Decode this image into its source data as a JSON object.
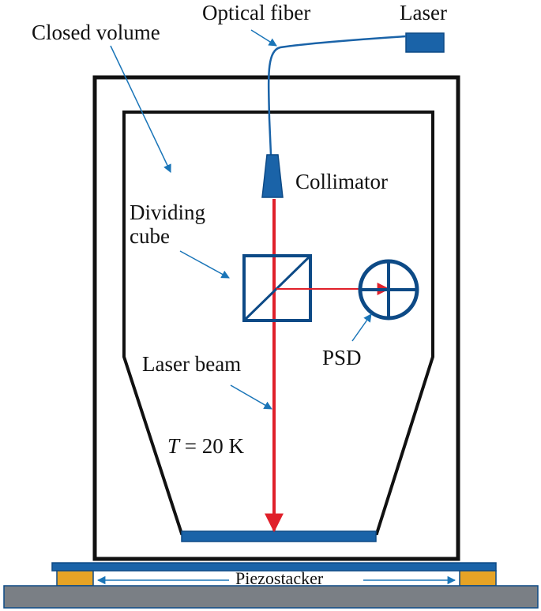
{
  "labels": {
    "optical_fiber": "Optical fiber",
    "laser": "Laser",
    "closed_volume": "Closed volume",
    "collimator": "Collimator",
    "dividing_cube_line1": "Dividing",
    "dividing_cube_line2": "cube",
    "psd": "PSD",
    "laser_beam": "Laser beam",
    "temperature_var": "T",
    "temperature_value": " = 20 K",
    "piezostacker": "Piezostacker"
  },
  "colors": {
    "outline": "#111111",
    "component_blue": "#1a63a8",
    "component_blue_dark": "#0d4a86",
    "beam_red": "#e0202a",
    "piezo_orange": "#e6a325",
    "base_gray": "#7a7f85",
    "arrow_blue": "#1a75b8"
  }
}
